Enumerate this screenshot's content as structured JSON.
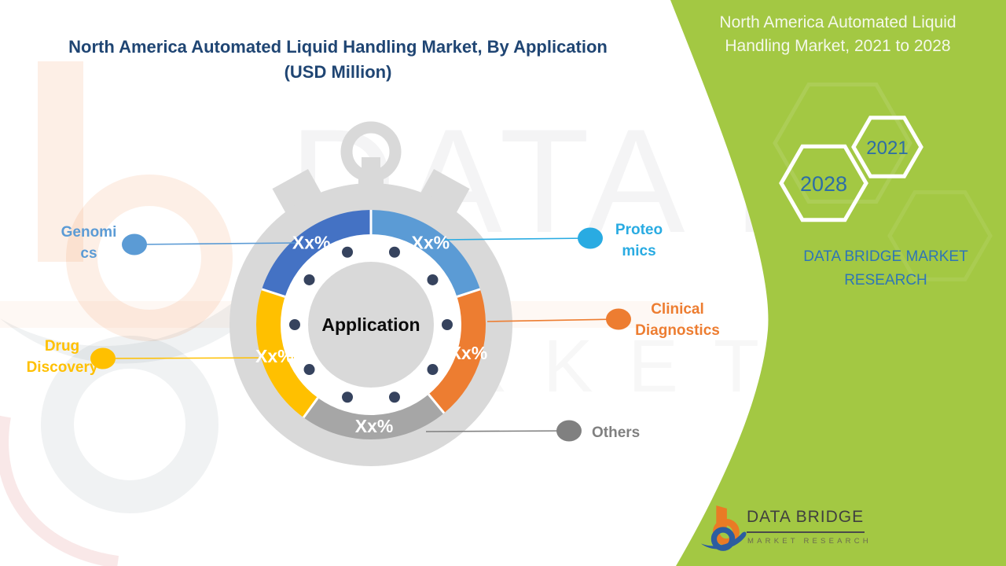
{
  "page_title": {
    "line1": "North America Automated Liquid Handling Market, By Application",
    "line2": "(USD Million)",
    "color": "#1F4573"
  },
  "side_panel": {
    "bg_color": "#A3C843",
    "title": "North America Automated Liquid Handling Market, 2021 to 2028",
    "title_color": "#F4F8EA",
    "years": [
      "2028",
      "2021"
    ],
    "year_color": "#2D6DA6",
    "brand_caption": "DATA BRIDGE MARKET RESEARCH",
    "brand_caption_color": "#2E75B6"
  },
  "chart": {
    "center_label": "Application",
    "stopwatch_color": "#D9D9D9",
    "core_color": "#D9D9D9",
    "dot_color": "#36435E",
    "pct_text_color": "#FFFFFF",
    "segments": [
      {
        "id": "genomics",
        "name": "Genomics",
        "label_line1": "Genomi",
        "label_line2": "cs",
        "pct_label": "Xx%",
        "color": "#4472C4",
        "accent": "#5B9BD5",
        "share": 20
      },
      {
        "id": "proteomics",
        "name": "Proteomics",
        "label_line1": "Proteo",
        "label_line2": "mics",
        "pct_label": "Xx%",
        "color": "#5B9BD5",
        "accent": "#29ABE2",
        "share": 20
      },
      {
        "id": "clinical",
        "name": "Clinical Diagnostics",
        "label_line1": "Clinical",
        "label_line2": "Diagnostics",
        "pct_label": "Xx%",
        "color": "#ED7D31",
        "accent": "#ED7D31",
        "share": 19
      },
      {
        "id": "others",
        "name": "Others",
        "label_line1": "Others",
        "pct_label": "Xx%",
        "color": "#A6A6A6",
        "accent": "#808080",
        "share": 21
      },
      {
        "id": "drug",
        "name": "Drug Discovery",
        "label_line1": "Drug",
        "label_line2": "Discovery",
        "pct_label": "Xx%",
        "color": "#FFC000",
        "accent": "#FFC000",
        "share": 20
      }
    ]
  },
  "logo": {
    "title": "DATA BRIDGE",
    "subtitle": "MARKET RESEARCH"
  },
  "watermark": {
    "text1": "DATA BRIDGE",
    "text2": "MARKET RESEARCH"
  },
  "chart_data": {
    "type": "pie",
    "subtype": "donut-stopwatch",
    "title": "North America Automated Liquid Handling Market, By Application (USD Million)",
    "center_label": "Application",
    "categories": [
      "Proteomics",
      "Clinical Diagnostics",
      "Others",
      "Drug Discovery",
      "Genomics"
    ],
    "values": [
      "Xx%",
      "Xx%",
      "Xx%",
      "Xx%",
      "Xx%"
    ],
    "drawn_share_pct": [
      20,
      19,
      21,
      20,
      20
    ],
    "colors": [
      "#5B9BD5",
      "#ED7D31",
      "#A6A6A6",
      "#FFC000",
      "#4472C4"
    ],
    "legend_position": "callouts",
    "note": "Percentage values are masked as Xx% in the source image"
  }
}
